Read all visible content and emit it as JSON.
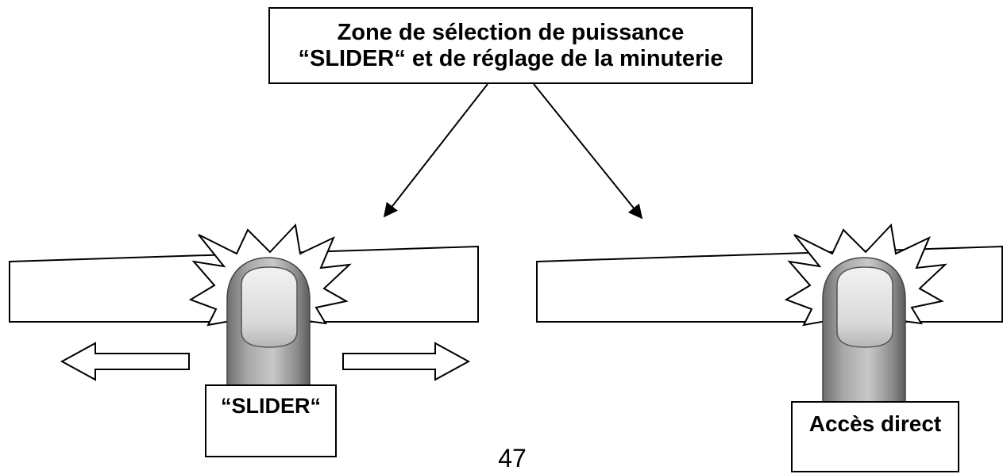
{
  "diagram": {
    "title_line1": "Zone de sélection de puissance",
    "title_line2": "“SLIDER“ et de réglage de la minuterie",
    "label_slider": "“SLIDER“",
    "label_direct": "Accès direct",
    "page_number": "47"
  }
}
